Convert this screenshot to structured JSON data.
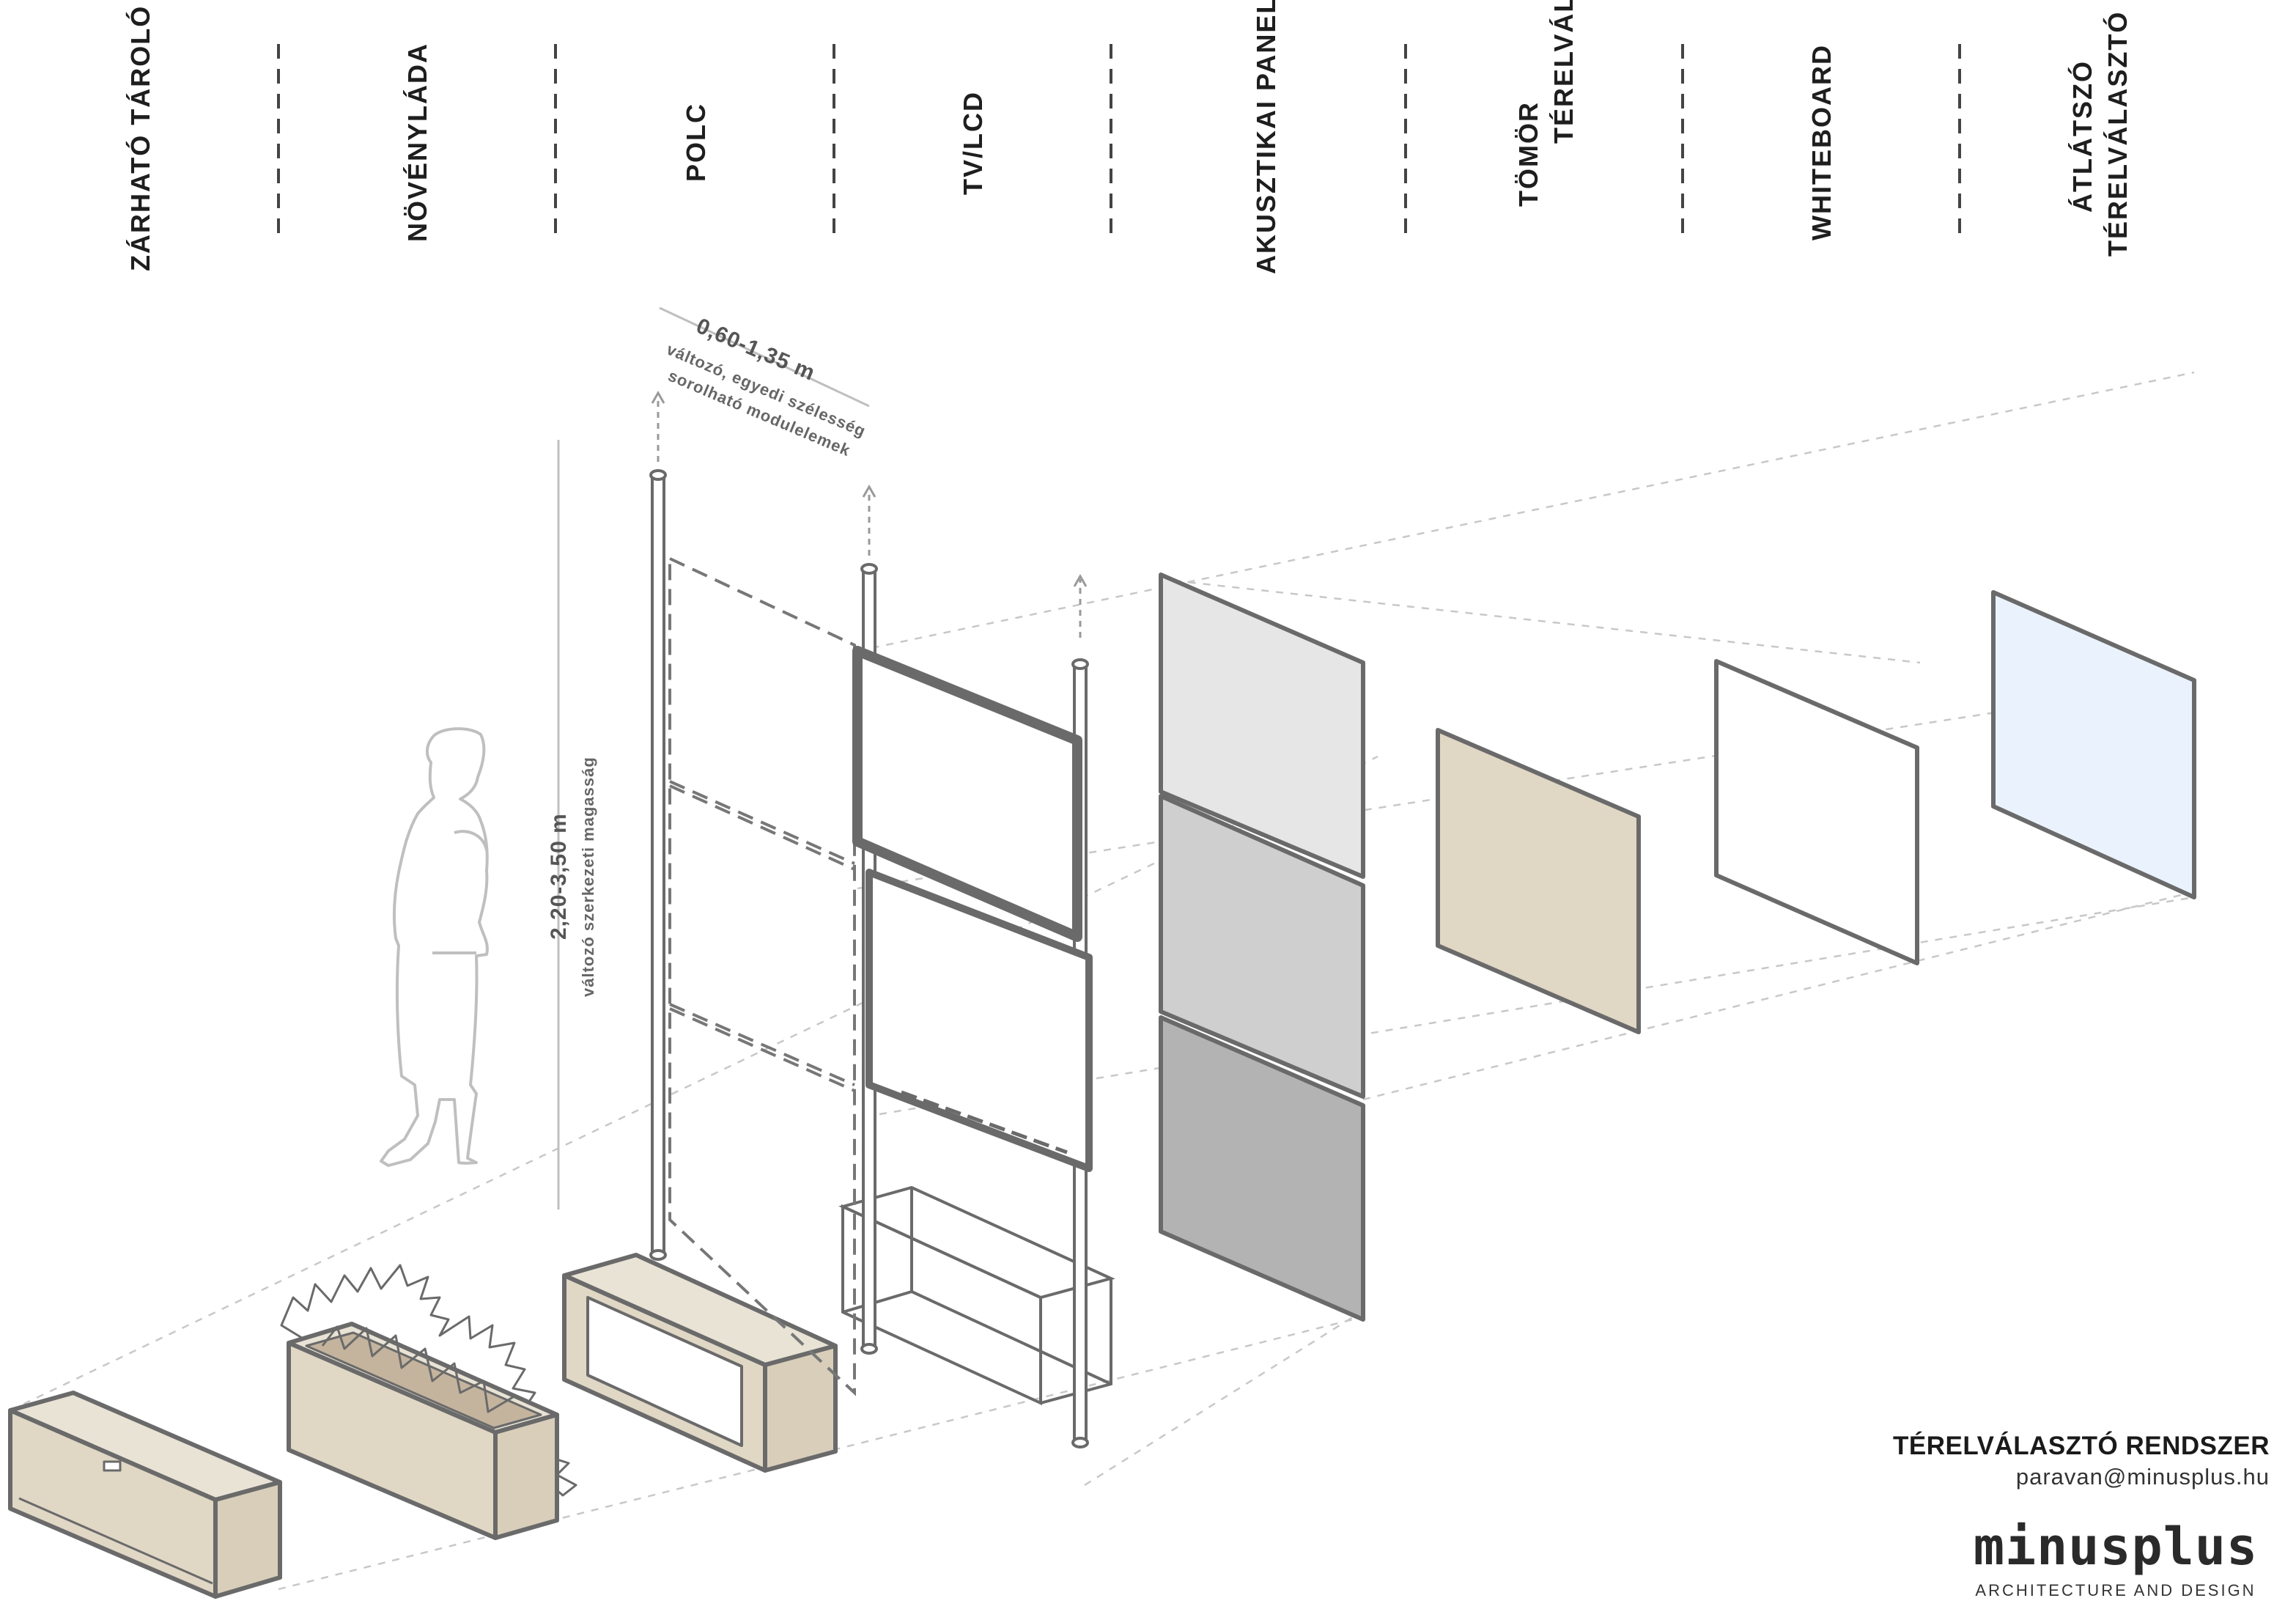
{
  "headers": [
    "ZÁRHATÓ TÁROLÓ",
    "NÖVÉNYLÁDA",
    "POLC",
    "TV/LCD",
    "AKUSZTIKAI PANEL",
    "TÖMÖR|TÉRELVÁLASZTÓ",
    "WHITEBOARD",
    "ÁTLÁTSZÓ|TÉRELVÁLASZTÓ"
  ],
  "width_dimension": {
    "value": "0,60-1,35 m",
    "note1": "változó, egyedi szélesség",
    "note2": "sorolható modulelemek"
  },
  "height_dimension": {
    "value": "2,20-3,50 m",
    "note": "változó szerkezeti magasság"
  },
  "brand": {
    "system": "TÉRELVÁLASZTÓ RENDSZER",
    "email": "paravan@minusplus.hu",
    "logo": "minusplus",
    "tagline": "ARCHITECTURE AND DESIGN"
  },
  "colors": {
    "wood": "#e0d7c5",
    "frame": "#6a6a6a",
    "acoustic_light": "#e6e6e6",
    "acoustic_mid": "#cfcfcf",
    "acoustic_dark": "#b3b3b3",
    "solid_divider": "#e0d7c5",
    "whiteboard": "#ffffff",
    "transparent_divider": "#eaf3fd"
  }
}
